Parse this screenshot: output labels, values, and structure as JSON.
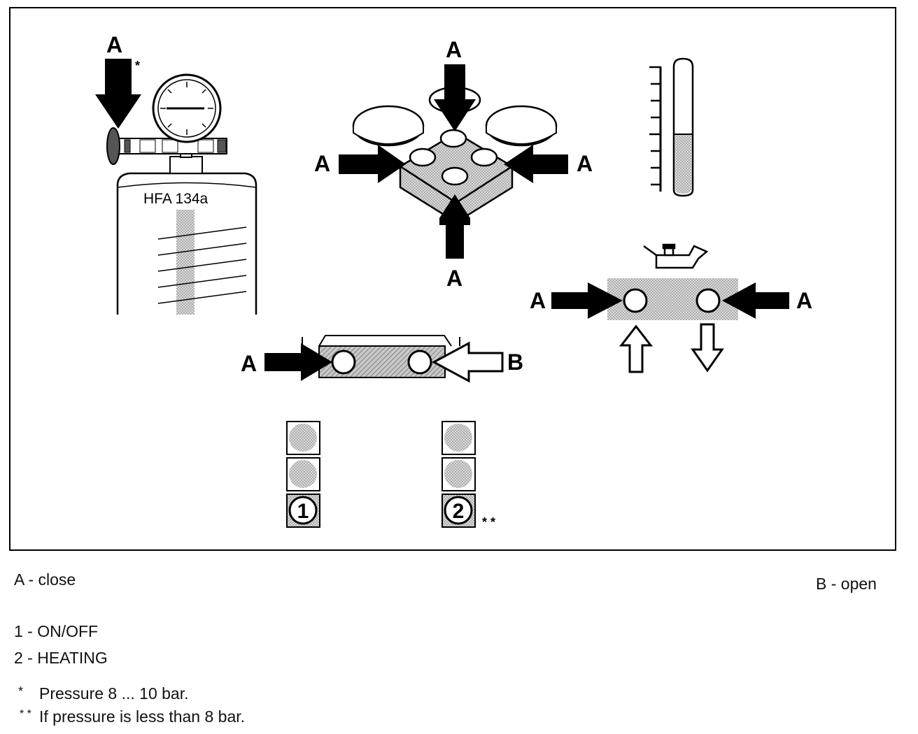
{
  "diagram": {
    "cylinder_label": "HFA 134a",
    "valve_letter_a": "A",
    "valve_letter_b": "B",
    "note_star": "*",
    "note_double_star": "* *",
    "switch_1": "1",
    "switch_2": "2"
  },
  "legend": {
    "a_close": "A - close",
    "b_open": "B - open",
    "item_1": "1 - ON/OFF",
    "item_2": "2 - HEATING",
    "star_mark": "*",
    "star_note": "Pressure 8 ... 10 bar.",
    "double_star_mark": "* *",
    "double_star_note": "If pressure is less than 8 bar."
  }
}
